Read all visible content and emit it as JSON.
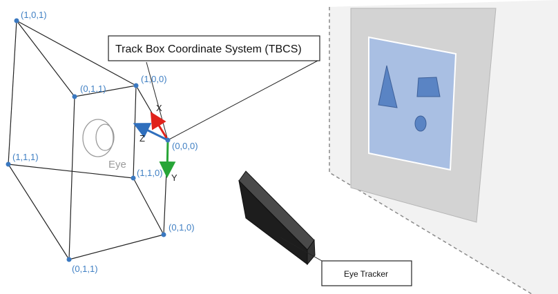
{
  "callouts": {
    "tbcs": "Track Box Coordinate System (TBCS)",
    "eye_tracker": "Eye Tracker"
  },
  "axes": {
    "x": "X",
    "y": "Y",
    "z": "Z"
  },
  "eye_label": "Eye",
  "corner_labels": {
    "c101": "(1,0,1)",
    "c100": "(1,0,0)",
    "c011_top": "(0,1,1)",
    "c000": "(0,0,0)",
    "c111": "(1,1,1)",
    "c110": "(1,1,0)",
    "c010": "(0,1,0)",
    "c011_bottom": "(0,1,1)"
  },
  "colors": {
    "label_blue": "#3f7fc3",
    "point_blue": "#3a78c0",
    "axis_x": "#e0221b",
    "axis_y": "#27a537",
    "axis_z": "#2f6fbd",
    "screen_blue": "#a9bfe3",
    "shape_blue": "#5a84c4"
  }
}
